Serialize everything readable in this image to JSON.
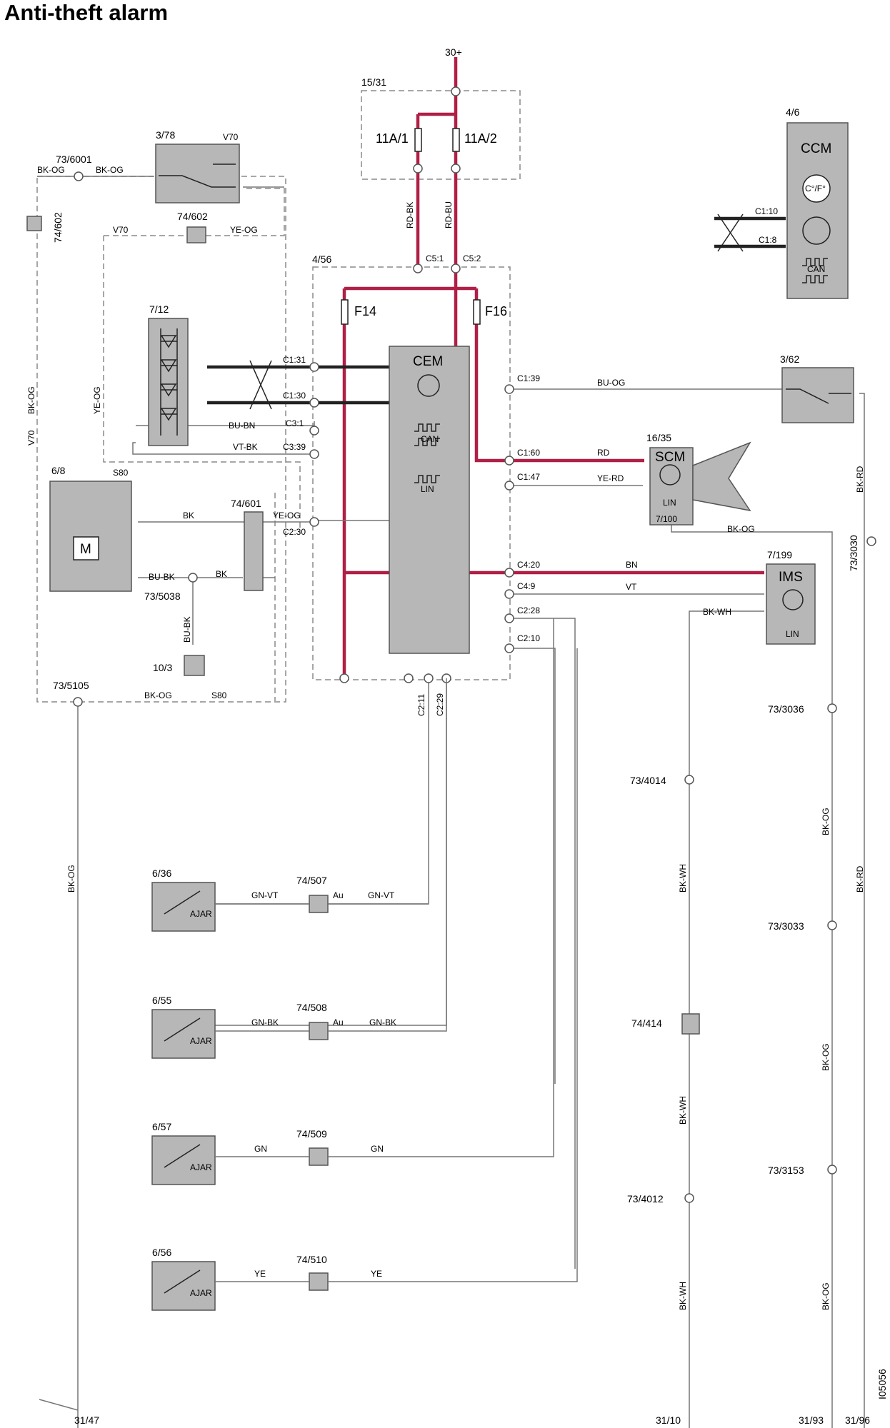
{
  "title": "Anti-theft alarm",
  "figure_id": "I05056",
  "supply": "30+",
  "modules": {
    "fusebox": {
      "id": "15/31",
      "fuse1": "11A/1",
      "fuse2": "11A/2"
    },
    "ccm": {
      "id": "4/6",
      "name": "CCM",
      "unit": "C°/F°",
      "can": "CAN",
      "pin_a": "C1:10",
      "pin_b": "C1:8"
    },
    "cem_box": {
      "id": "4/56",
      "fuse1": "F14",
      "fuse2": "F16",
      "pin_a": "C5:1",
      "pin_b": "C5:2"
    },
    "cem": {
      "name": "CEM",
      "can": "CAN",
      "lin": "LIN"
    },
    "sw378": {
      "id": "3/78",
      "variant": "V70"
    },
    "sw362": {
      "id": "3/62"
    },
    "scm": {
      "id": "16/35",
      "name": "SCM",
      "lin": "LIN",
      "sub": "7/100"
    },
    "ims": {
      "id": "7/199",
      "name": "IMS",
      "lin": "LIN"
    },
    "led": {
      "id": "7/12"
    },
    "motor": {
      "id": "6/8",
      "variant": "S80",
      "symbol": "M"
    },
    "horn": {
      "id": "10/3"
    },
    "door1": {
      "id": "6/36",
      "ajar": "AJAR"
    },
    "door2": {
      "id": "6/55",
      "ajar": "AJAR"
    },
    "door3": {
      "id": "6/57",
      "ajar": "AJAR"
    },
    "door4": {
      "id": "6/56",
      "ajar": "AJAR"
    }
  },
  "cem_pins": {
    "c131": "C1:31",
    "c130": "C1:30",
    "c31": "C3:1",
    "c339": "C3:39",
    "c230": "C2:30",
    "c139": "C1:39",
    "c160": "C1:60",
    "c147": "C1:47",
    "c420": "C4:20",
    "c49": "C4:9",
    "c228": "C2:28",
    "c210": "C2:10",
    "c211": "C2:11",
    "c229": "C2:29"
  },
  "wires": {
    "rdbk": "RD-BK",
    "rdbu": "RD-BU",
    "buog": "BU-OG",
    "rd": "RD",
    "yerd": "YE-RD",
    "bkog": "BK-OG",
    "bn": "BN",
    "vt": "VT",
    "bkwh": "BK-WH",
    "bubn": "BU-BN",
    "vtbk": "VT-BK",
    "bk": "BK",
    "yeog": "YE-OG",
    "bubk": "BU-BK",
    "bkrd": "BK-RD",
    "gnvt": "GN-VT",
    "gnbk": "GN-BK",
    "gn": "GN",
    "ye": "YE",
    "au": "Au",
    "v70": "V70",
    "s80": "S80"
  },
  "splices": {
    "s6001": "73/6001",
    "s5038": "73/5038",
    "s5105": "73/5105",
    "s3030": "73/3030",
    "s3036": "73/3036",
    "s4014": "73/4014",
    "s3033": "73/3033",
    "s3153": "73/3153",
    "s4012": "73/4012"
  },
  "connectors": {
    "c602": "74/602",
    "c601": "74/601",
    "c507": "74/507",
    "c508": "74/508",
    "c509": "74/509",
    "c510": "74/510",
    "c414": "74/414"
  },
  "grounds": {
    "g47": "31/47",
    "g10": "31/10",
    "g93": "31/93",
    "g96": "31/96"
  },
  "colors": {
    "power": "#b01f45",
    "component": "#b7b7b7",
    "dashed": "#8a8a8a"
  }
}
